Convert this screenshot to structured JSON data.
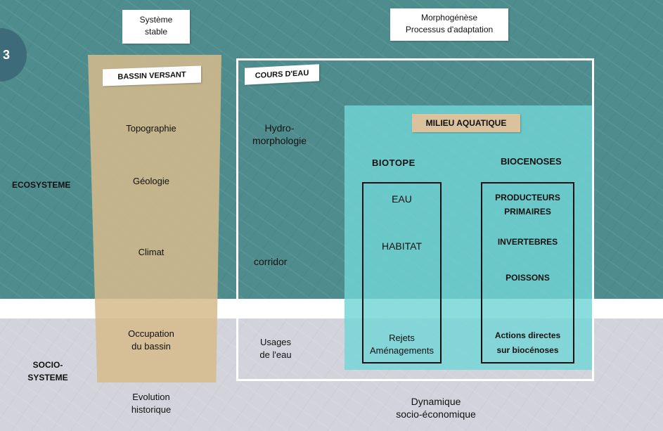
{
  "badge": "3",
  "top_labels": {
    "systeme_stable": [
      "Système",
      "stable"
    ],
    "morphogenese": [
      "Morphogénèse",
      "Processus d'adaptation"
    ]
  },
  "left_labels": {
    "ecosysteme": "ECOSYSTEME",
    "sociosysteme": [
      "SOCIO-",
      "SYSTEME"
    ]
  },
  "bassin_versant": {
    "title": "BASSIN VERSANT",
    "items": [
      "Topographie",
      "Géologie",
      "Climat"
    ],
    "occupation": [
      "Occupation",
      "du bassin"
    ],
    "evolution": [
      "Evolution",
      "historique"
    ]
  },
  "cours_eau": {
    "title": "COURS D'EAU",
    "hydro": [
      "Hydro-",
      "morphologie"
    ],
    "corridor": "corridor",
    "usages": [
      "Usages",
      "de l'eau"
    ]
  },
  "milieu_aquatique": {
    "title": "MILIEU AQUATIQUE",
    "biotope": {
      "title": "BIOTOPE",
      "items": [
        "EAU",
        "HABITAT"
      ],
      "socio": [
        "Rejets",
        "Aménagements"
      ]
    },
    "biocenoses": {
      "title": "BIOCENOSES",
      "producteurs": [
        "PRODUCTEURS",
        "PRIMAIRES"
      ],
      "invertebres": "INVERTEBRES",
      "poissons": "POISSONS",
      "socio": [
        "Actions directes",
        "sur biocénoses"
      ]
    }
  },
  "bottom_label": [
    "Dynamique",
    "socio-économique"
  ],
  "colors": {
    "ecosystem_band": "#4e8c8d",
    "sociosystem_band": "#d3d3dc",
    "bassin_overlay": "#d6ba8c",
    "milieu_overlay": "#72d6d6"
  }
}
